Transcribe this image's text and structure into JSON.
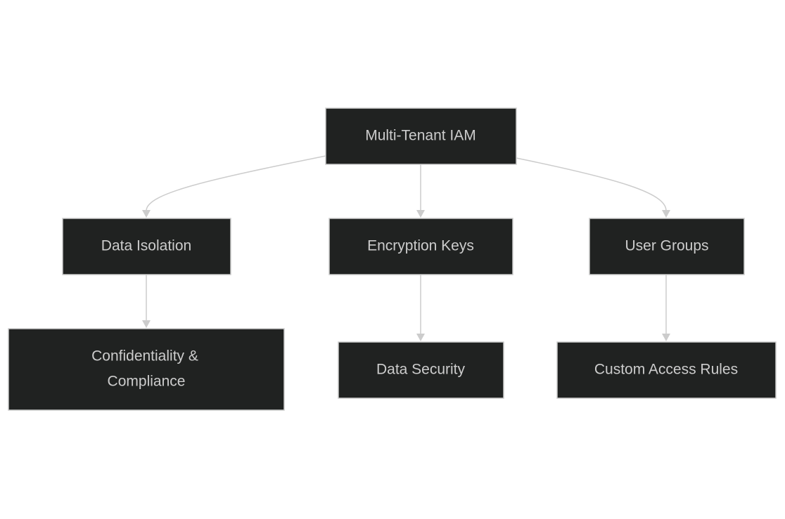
{
  "diagram": {
    "type": "flowchart-top-down",
    "colors": {
      "node_fill": "#202221",
      "node_border": "#cccccc",
      "text": "#cccccc",
      "edge": "#cccccc",
      "background": "#ffffff"
    },
    "nodes": {
      "root": {
        "label": "Multi-Tenant IAM"
      },
      "isolation": {
        "label": "Data Isolation"
      },
      "keys": {
        "label": "Encryption Keys"
      },
      "groups": {
        "label": "User Groups"
      },
      "compliance": {
        "line1": "Confidentiality &",
        "line2": "Compliance"
      },
      "security": {
        "label": "Data Security"
      },
      "rules": {
        "label": "Custom Access Rules"
      }
    },
    "edges": [
      [
        "Multi-Tenant IAM",
        "Data Isolation"
      ],
      [
        "Multi-Tenant IAM",
        "Encryption Keys"
      ],
      [
        "Multi-Tenant IAM",
        "User Groups"
      ],
      [
        "Data Isolation",
        "Confidentiality & Compliance"
      ],
      [
        "Encryption Keys",
        "Data Security"
      ],
      [
        "User Groups",
        "Custom Access Rules"
      ]
    ]
  }
}
